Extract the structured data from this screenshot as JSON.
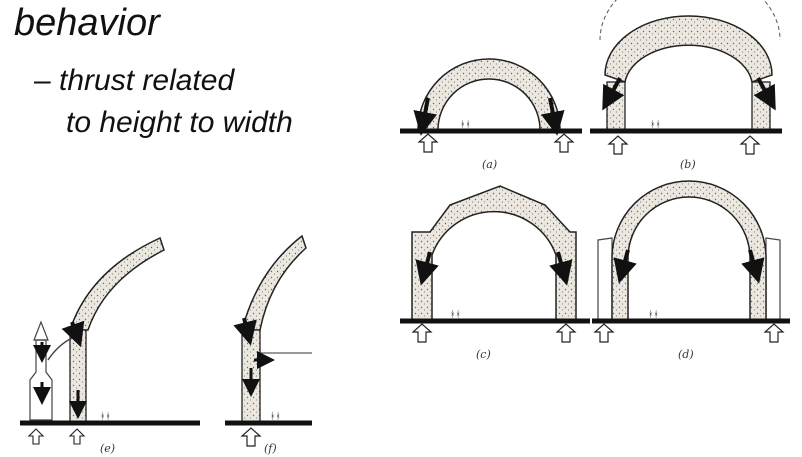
{
  "heading": "behavior",
  "bullet": {
    "dash": "–",
    "line1": "thrust related",
    "line2": "to height to width"
  },
  "captions": {
    "a": "(a)",
    "b": "(b)",
    "c": "(c)",
    "d": "(d)",
    "e": "(e)",
    "f": "(f)"
  },
  "colors": {
    "ink": "#1a1a1a",
    "stone": "#e8e4dc"
  }
}
